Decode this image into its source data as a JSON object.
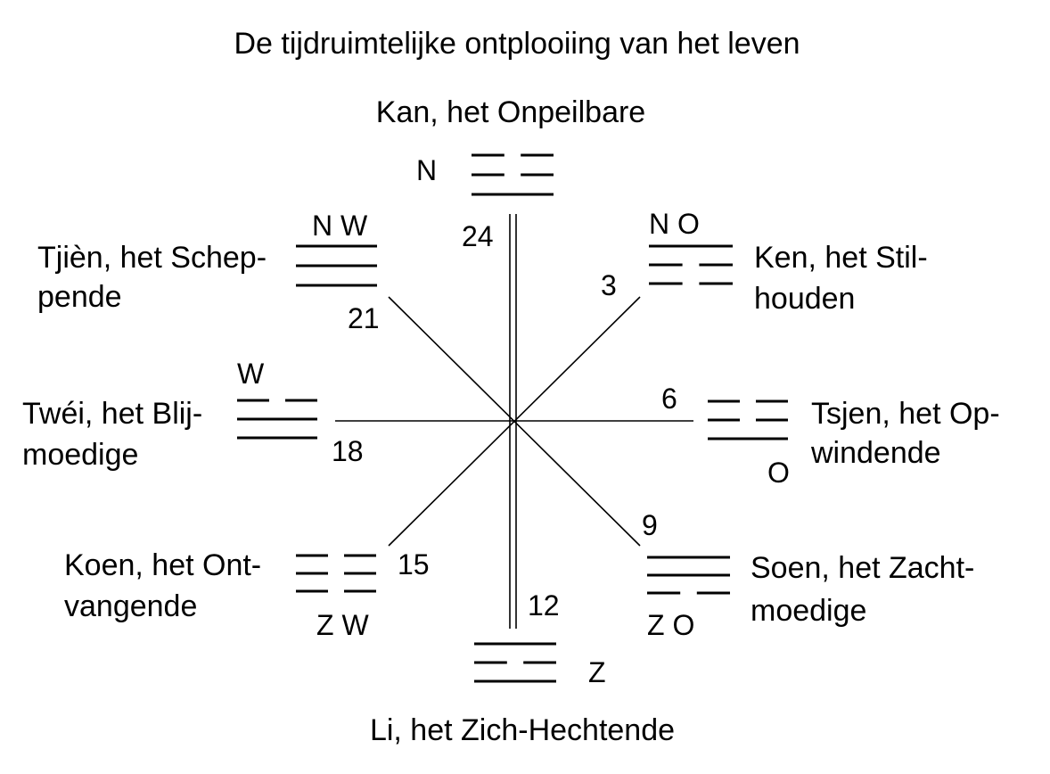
{
  "title": "De tijdruimtelijke ontplooiing van het leven",
  "trigrams": {
    "north": {
      "name_lines": [
        "Kan, het Onpeilbare"
      ],
      "direction": "N",
      "number": "24",
      "lines": [
        "broken",
        "broken",
        "solid"
      ]
    },
    "northeast": {
      "name_lines": [
        "Ken, het Stil-",
        "houden"
      ],
      "direction": "N O",
      "number": "3",
      "lines": [
        "solid",
        "broken",
        "broken"
      ]
    },
    "east": {
      "name_lines": [
        "Tsjen, het Op-",
        "windende"
      ],
      "direction": "O",
      "number": "6",
      "lines": [
        "broken",
        "broken",
        "solid"
      ]
    },
    "southeast": {
      "name_lines": [
        "Soen, het Zacht-",
        "moedige"
      ],
      "direction": "Z O",
      "number": "9",
      "lines": [
        "solid",
        "solid",
        "broken"
      ]
    },
    "south": {
      "name_lines": [
        "Li, het Zich-Hechtende"
      ],
      "direction": "Z",
      "number": "12",
      "lines": [
        "solid",
        "broken",
        "solid"
      ]
    },
    "southwest": {
      "name_lines": [
        "Koen, het Ont-",
        "vangende"
      ],
      "direction": "Z W",
      "number": "15",
      "lines": [
        "broken",
        "broken",
        "broken"
      ]
    },
    "west": {
      "name_lines": [
        "Twéi, het Blij-",
        "moedige"
      ],
      "direction": "W",
      "number": "18",
      "lines": [
        "broken",
        "solid",
        "solid"
      ]
    },
    "northwest": {
      "name_lines": [
        "Tjièn, het Schep-",
        "pende"
      ],
      "direction": "N W",
      "number": "21",
      "lines": [
        "solid",
        "solid",
        "solid"
      ]
    }
  }
}
